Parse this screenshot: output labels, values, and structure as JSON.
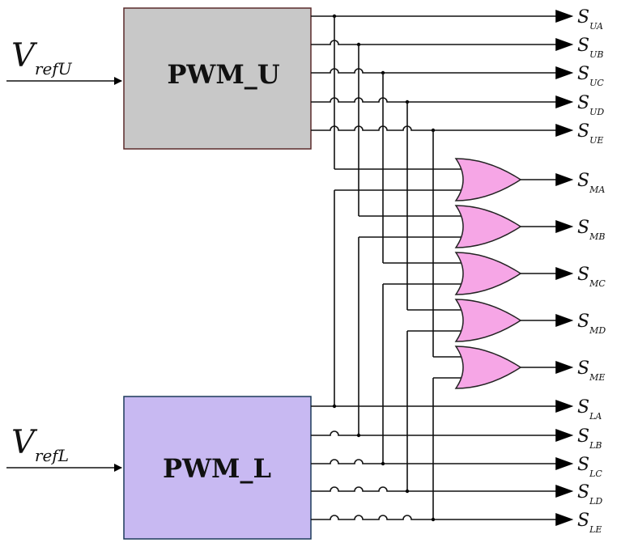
{
  "blocks": {
    "upper": {
      "label": "PWM_U",
      "fill": "#c8c8c8"
    },
    "lower": {
      "label": "PWM_L",
      "fill": "#c8b9f2"
    }
  },
  "inputs": {
    "upper": {
      "main": "V",
      "sub": "refU"
    },
    "lower": {
      "main": "V",
      "sub": "refL"
    }
  },
  "outputs": {
    "upper": [
      {
        "main": "S",
        "sub": "UA"
      },
      {
        "main": "S",
        "sub": "UB"
      },
      {
        "main": "S",
        "sub": "UC"
      },
      {
        "main": "S",
        "sub": "UD"
      },
      {
        "main": "S",
        "sub": "UE"
      }
    ],
    "middle": [
      {
        "main": "S",
        "sub": "MA"
      },
      {
        "main": "S",
        "sub": "MB"
      },
      {
        "main": "S",
        "sub": "MC"
      },
      {
        "main": "S",
        "sub": "MD"
      },
      {
        "main": "S",
        "sub": "ME"
      }
    ],
    "lower": [
      {
        "main": "S",
        "sub": "LA"
      },
      {
        "main": "S",
        "sub": "LB"
      },
      {
        "main": "S",
        "sub": "LC"
      },
      {
        "main": "S",
        "sub": "LD"
      },
      {
        "main": "S",
        "sub": "LE"
      }
    ]
  },
  "gate_color": "#f6a6e6"
}
